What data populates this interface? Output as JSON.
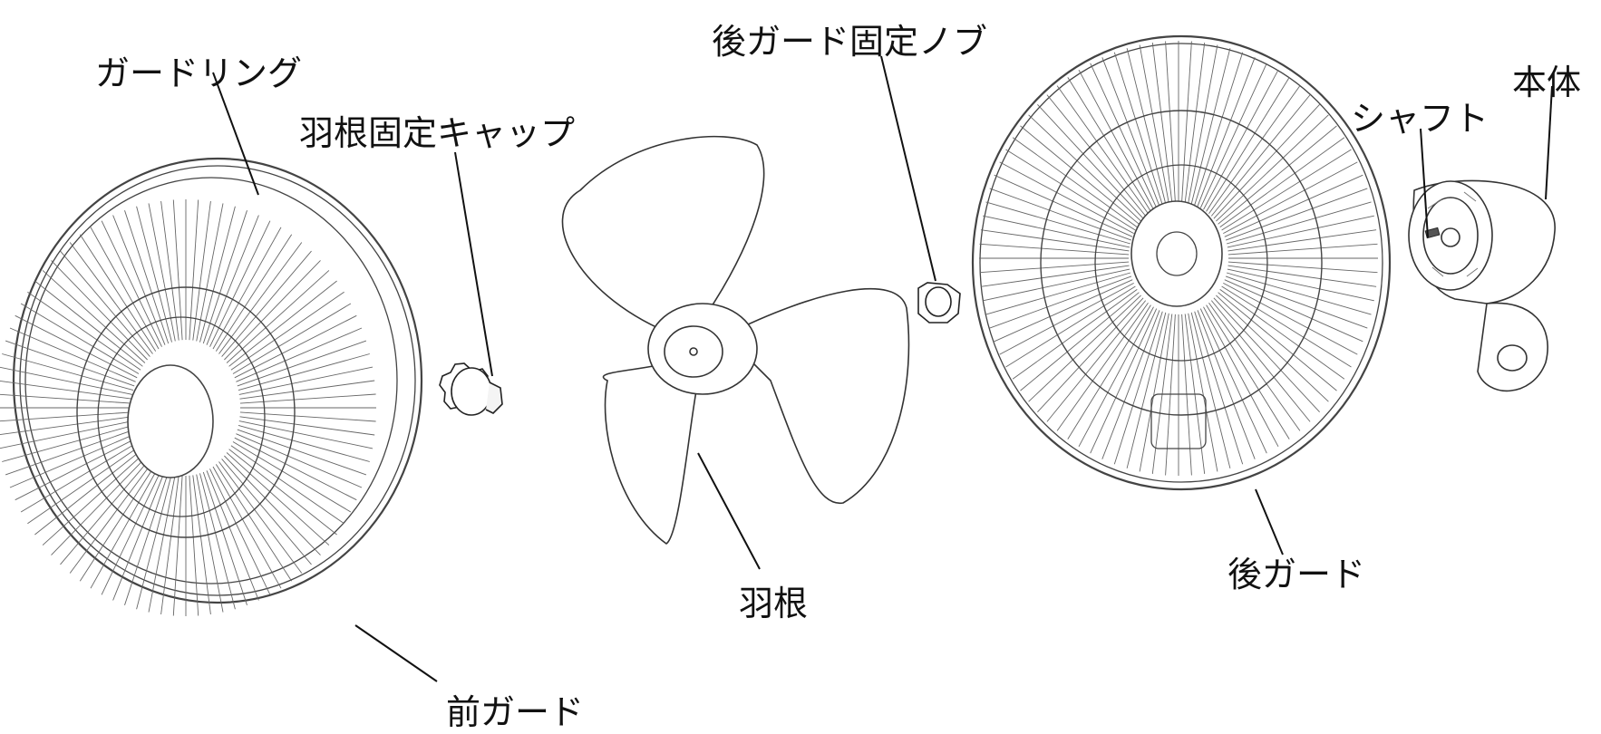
{
  "labels": {
    "guard_ring": "ガードリング",
    "blade_cap": "羽根固定キャップ",
    "rear_guard_knob": "後ガード固定ノブ",
    "shaft": "シャフト",
    "body": "本体",
    "blade": "羽根",
    "rear_guard": "後ガード",
    "front_guard": "前ガード"
  },
  "colors": {
    "line": "#222222",
    "wire": "#555555",
    "background": "#ffffff"
  }
}
